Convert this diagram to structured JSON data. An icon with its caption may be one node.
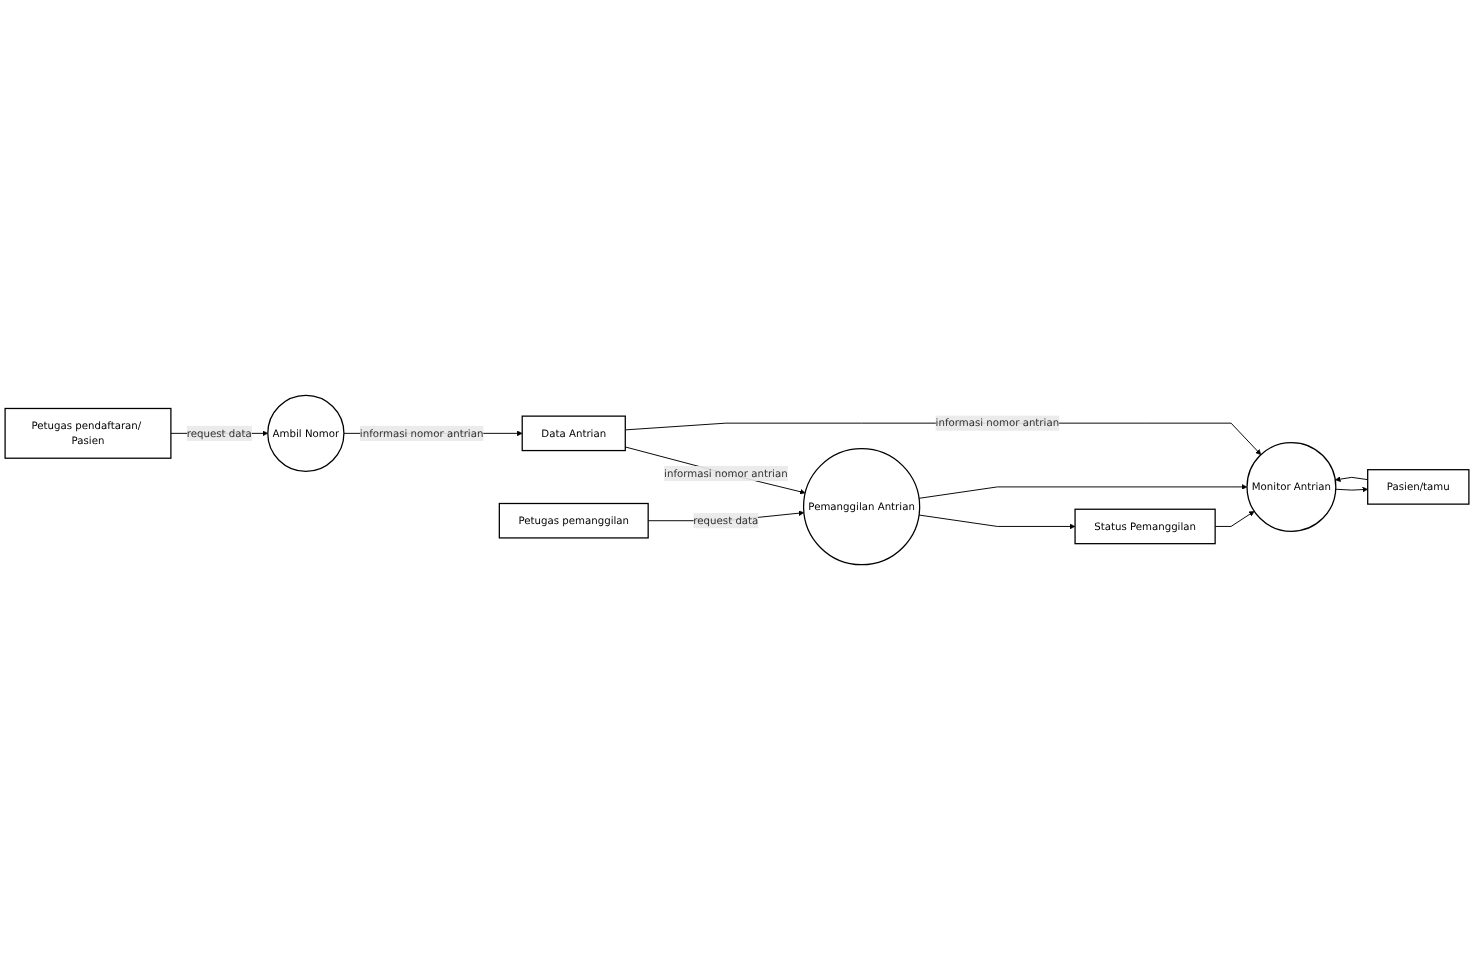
{
  "diagram": {
    "nodes": [
      {
        "text": [
          "Petugas pendaftaran/ Pasien"
        ]
      },
      {
        "text": [
          "Ambil Nomor"
        ]
      },
      {
        "text": [
          "Data Antrian"
        ]
      },
      {
        "text": [
          "Petugas pemanggilan"
        ]
      },
      {
        "text": [
          "Pemanggilan Antrian"
        ]
      },
      {
        "text": [
          "Status Pemanggilan"
        ]
      },
      {
        "text": [
          "Pasien/tamu"
        ]
      },
      {
        "text": [
          "Monitor Antrian"
        ]
      }
    ],
    "edges": [
      {
        "from": 0,
        "to": 1,
        "arrow": "to",
        "label": "request data"
      },
      {
        "from": 1,
        "to": 2,
        "arrow": "to",
        "label": "informasi nomor antrian"
      },
      {
        "from": 2,
        "to": 4,
        "arrow": "to",
        "label": "informasi nomor antrian"
      },
      {
        "from": 3,
        "to": 4,
        "arrow": "to",
        "label": "request data"
      },
      {
        "from": 4,
        "to": 5,
        "arrow": "to"
      },
      {
        "from": 4,
        "to": 7,
        "arrow": "to"
      },
      {
        "from": 5,
        "to": 7,
        "arrow": "to"
      },
      {
        "from": 2,
        "to": 7,
        "arrow": "to",
        "label": "informasi nomor antrian"
      },
      {
        "from": 6,
        "to": 7,
        "arrow": "to"
      },
      {
        "from": 7,
        "to": 6,
        "arrow": "to"
      }
    ]
  }
}
